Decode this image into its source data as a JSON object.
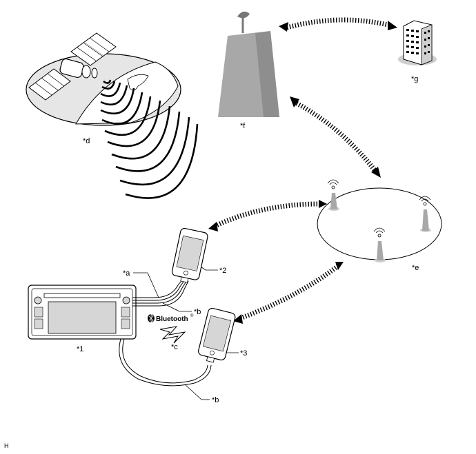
{
  "diagram": {
    "labels": {
      "head_unit": "*1",
      "phone_2": "*2",
      "phone_3": "*3",
      "cable_a": "*a",
      "cable_b_upper": "*b",
      "cable_b_lower": "*b",
      "bluetooth_link": "*c",
      "satellite": "*d",
      "cell_network": "*e",
      "tower": "*f",
      "building": "*g"
    },
    "bluetooth_brand": "Bluetooth",
    "registered_mark": "®",
    "corner_marker": "H"
  },
  "colors": {
    "ink": "#000000",
    "gray_fill": "#a8a8a8",
    "dark_gray": "#7a7a7a",
    "light_gray": "#d6d6d6",
    "shadow": "#cfcfcf"
  }
}
